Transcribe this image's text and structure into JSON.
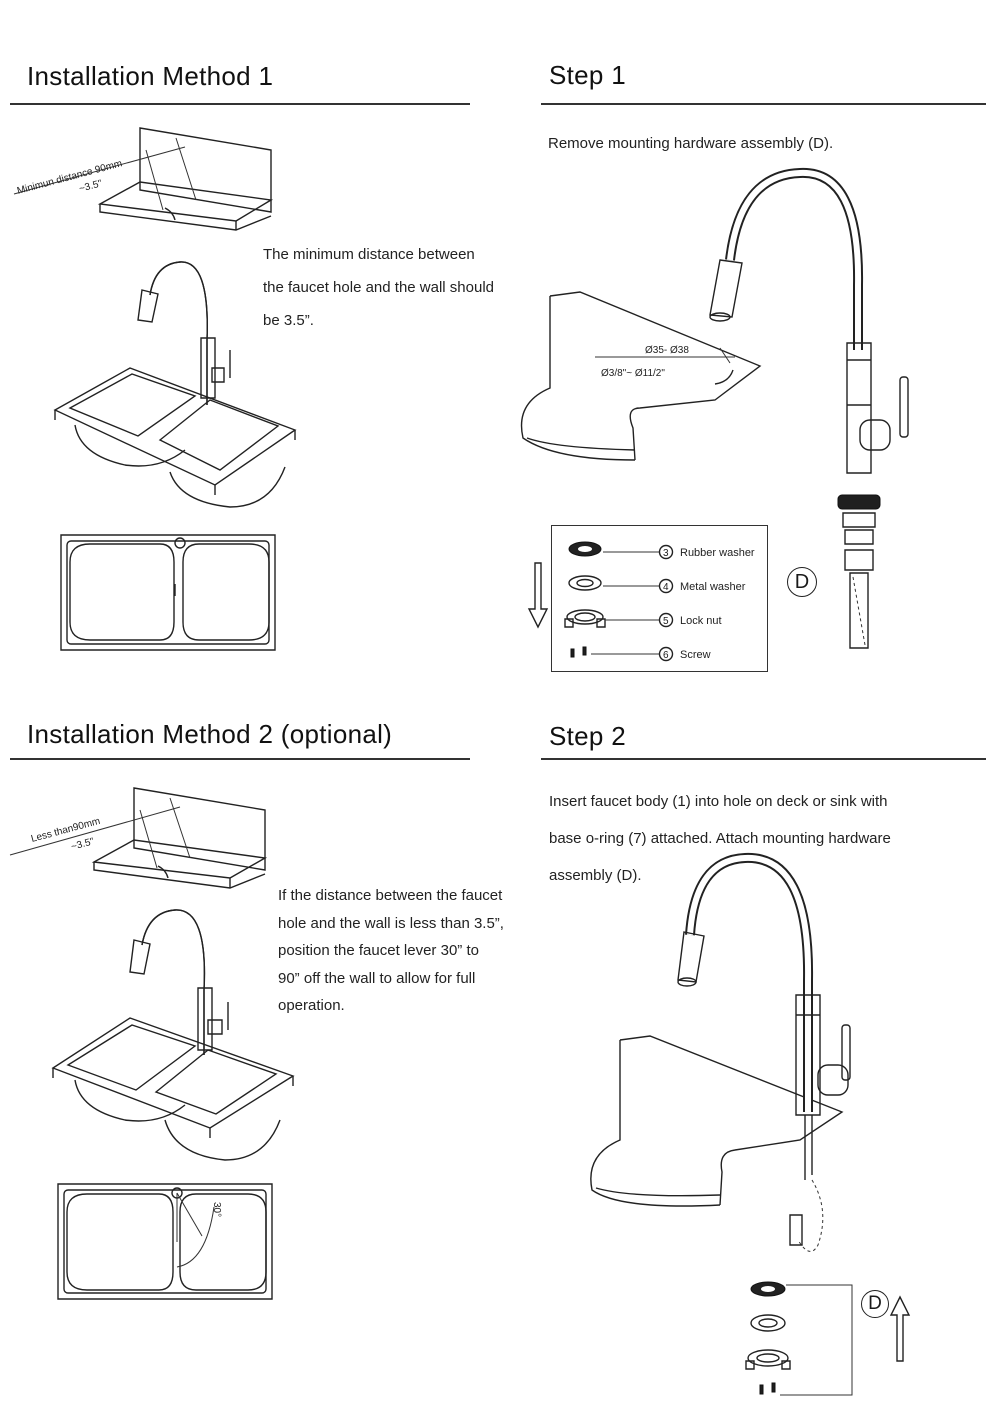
{
  "method1": {
    "title": "Installation Method 1",
    "wall_label": "Minimun distance 90mm",
    "wall_sublabel": "~3.5\"",
    "text_lines": [
      "The minimum distance between",
      "the faucet hole and the wall should",
      "be 3.5”."
    ]
  },
  "step1": {
    "title": "Step 1",
    "instruction": "Remove mounting hardware assembly (D).",
    "hole_label_mm": "Ø35- Ø38",
    "hole_label_in": "Ø3/8\"~ Ø11/2\"",
    "parts": [
      {
        "num": "3",
        "name": "Rubber washer"
      },
      {
        "num": "4",
        "name": "Metal washer"
      },
      {
        "num": "5",
        "name": "Lock nut"
      },
      {
        "num": "6",
        "name": "Screw"
      }
    ],
    "assembly_letter": "D"
  },
  "method2": {
    "title": "Installation Method 2 (optional)",
    "wall_label": "Less than90mm",
    "wall_sublabel": "~3.5\"",
    "angle_label": "30°",
    "text_lines": [
      "If the distance between the faucet",
      "hole and the wall is less than 3.5”,",
      "position the faucet lever 30”  to",
      "90”  off the wall to allow for full",
      "operation."
    ]
  },
  "step2": {
    "title": "Step 2",
    "text_lines": [
      "Insert faucet body (1) into hole on deck or sink with",
      "base o-ring (7) attached. Attach mounting hardware",
      "assembly (D)."
    ],
    "assembly_letter": "D"
  }
}
